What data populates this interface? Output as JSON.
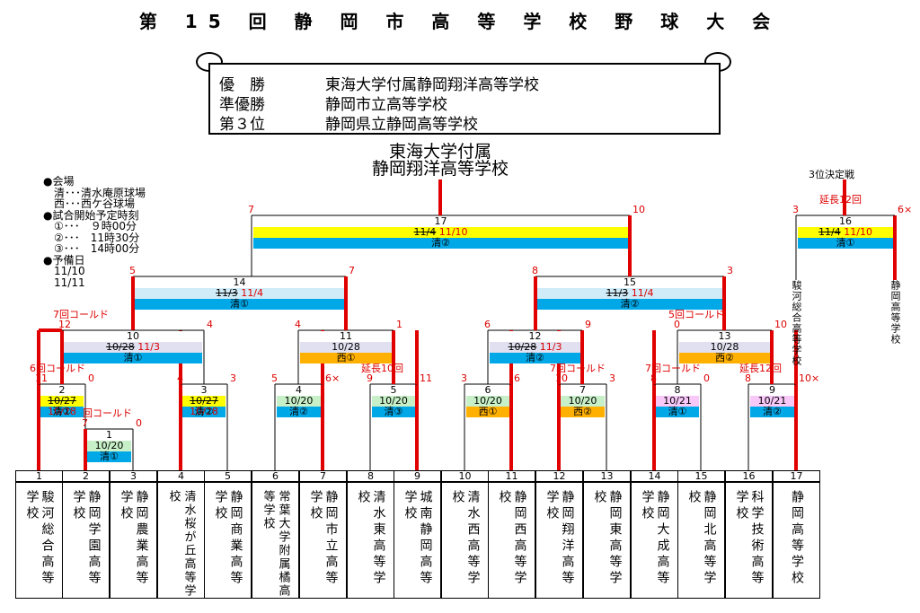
{
  "title": "第 15 回 静 岡 市 高 等 学 校 野 球 大 会",
  "results": [
    {
      "label": "優　勝",
      "school": "東海大学付属静岡翔洋高等学校"
    },
    {
      "label": "準優勝",
      "school": "静岡市立高等学校"
    },
    {
      "label": "第３位",
      "school": "静岡県立静岡高等学校"
    }
  ],
  "champion": {
    "line1": "東海大学付属",
    "line2": "静岡翔洋高等学校"
  },
  "info": "●会場\n　清･･･清水庵原球場\n　西･･･西ケ谷球場\n●試合開始予定時刻\n　①･･･　９時00分\n　②･･･　11時30分\n　③･･･　14時00分\n●予備日\n　11/10\n　11/11",
  "third_place": {
    "label": "3位決定戦",
    "extra": "延長12回",
    "left_team": "駿河総合高等学校",
    "right_team": "静岡高等学校"
  },
  "teams": [
    {
      "no": "1",
      "name": "駿河総合高等学校"
    },
    {
      "no": "2",
      "name": "静岡学園高等学校"
    },
    {
      "no": "3",
      "name": "静岡農業高等学校"
    },
    {
      "no": "4",
      "name": "清水桜が丘高等学校"
    },
    {
      "no": "5",
      "name": "静岡商業高等学校"
    },
    {
      "no": "6",
      "name": "常葉大学附属橘高等学校"
    },
    {
      "no": "7",
      "name": "静岡市立高等学校"
    },
    {
      "no": "8",
      "name": "清水東高等学校"
    },
    {
      "no": "9",
      "name": "城南静岡高等学校"
    },
    {
      "no": "10",
      "name": "清水西高等学校"
    },
    {
      "no": "11",
      "name": "静岡西高等学校"
    },
    {
      "no": "12",
      "name": "静岡翔洋高等学校"
    },
    {
      "no": "13",
      "name": "静岡東高等学校"
    },
    {
      "no": "14",
      "name": "静岡大成高等学校"
    },
    {
      "no": "15",
      "name": "静岡北高等学校"
    },
    {
      "no": "16",
      "name": "科学技術高等学校"
    },
    {
      "no": "17",
      "name": "静岡高等学校"
    }
  ],
  "matches": {
    "m1": {
      "no": "1",
      "date": "10/20",
      "venue": "清①",
      "note": "7回コールド",
      "score_l": "7",
      "score_r": "0"
    },
    "m2": {
      "no": "2",
      "date_old": "10/27",
      "date": "10/28",
      "venue": "清①",
      "note": "6回コールド",
      "score_l": "11",
      "score_r": "0"
    },
    "m3": {
      "no": "3",
      "date_old": "10/27",
      "date": "10/28",
      "venue": "清②",
      "score_l": "4",
      "score_r": "3"
    },
    "m4": {
      "no": "4",
      "date": "10/20",
      "venue": "清②",
      "score_l": "5",
      "score_r": "6×"
    },
    "m5": {
      "no": "5",
      "date": "10/20",
      "venue": "清③",
      "note": "延長10回",
      "score_l": "9",
      "score_r": "11"
    },
    "m6": {
      "no": "6",
      "date": "10/20",
      "venue": "西①",
      "score_l": "3",
      "score_r": "6"
    },
    "m7": {
      "no": "7",
      "date": "10/20",
      "venue": "西②",
      "note": "7回コールド",
      "score_l": "10",
      "score_r": "3"
    },
    "m8": {
      "no": "8",
      "date": "10/21",
      "venue": "清①",
      "note": "7回コールド",
      "score_l": "8",
      "score_r": "0"
    },
    "m9": {
      "no": "9",
      "date": "10/21",
      "venue": "清②",
      "note": "延長12回",
      "score_l": "8",
      "score_r": "10×"
    },
    "m10": {
      "no": "10",
      "date_old": "10/28",
      "date": "11/3",
      "venue": "清①",
      "note": "7回コールド",
      "score_l": "12",
      "score_r": "4"
    },
    "m11": {
      "no": "11",
      "date": "10/28",
      "venue": "西①",
      "score_l": "4",
      "score_r": "1"
    },
    "m12": {
      "no": "12",
      "date_old": "10/28",
      "date": "11/3",
      "venue": "清②",
      "score_l": "6",
      "score_r": "9"
    },
    "m13": {
      "no": "13",
      "date": "10/28",
      "venue": "西②",
      "note": "5回コールド",
      "score_l": "0",
      "score_r": "10"
    },
    "m14": {
      "no": "14",
      "date_old": "11/3",
      "date": "11/4",
      "venue": "清①",
      "score_l": "5",
      "score_r": "7"
    },
    "m15": {
      "no": "15",
      "date_old": "11/3",
      "date": "11/4",
      "venue": "清②",
      "score_l": "8",
      "score_r": "3"
    },
    "m16": {
      "no": "16",
      "date_old": "11/4",
      "date": "11/10",
      "venue": "清①",
      "score_l": "3",
      "score_r": "6×"
    },
    "m17": {
      "no": "17",
      "date_old": "11/4",
      "date": "11/10",
      "venue": "清②",
      "score_l": "7",
      "score_r": "10"
    }
  },
  "colors": {
    "win_line": "#e00000",
    "venue_blue": "#00a8e8",
    "venue_orange": "#ffb000",
    "date_yellow": "#ffff00",
    "date_green": "#c8f0c8",
    "date_pink": "#f8c8f8",
    "date_lavender": "#e0e0f0",
    "header_lightblue": "#d0ecf8"
  }
}
